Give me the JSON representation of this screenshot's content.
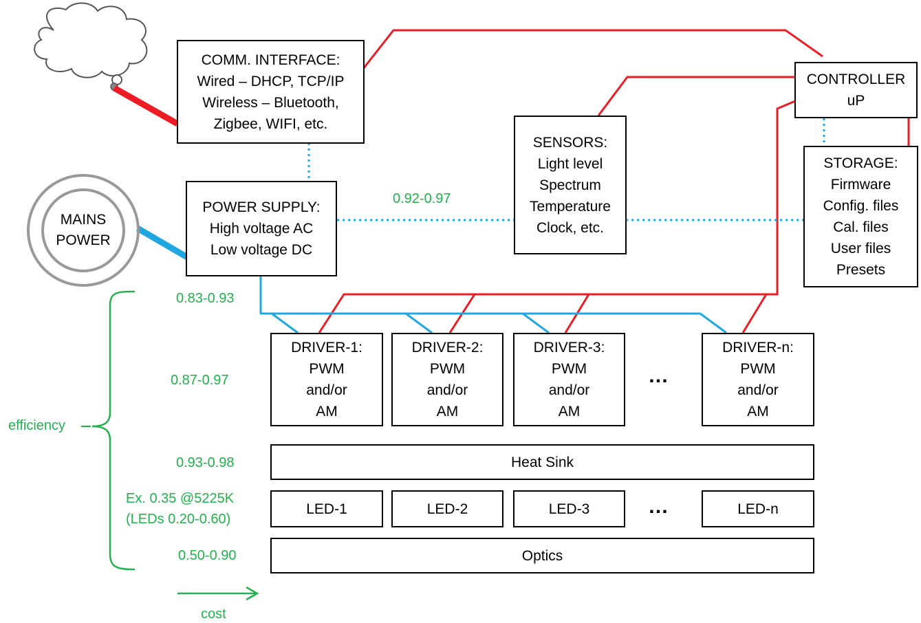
{
  "colors": {
    "signal": "#ed1c24",
    "power": "#1fa7e1",
    "annotation": "#22b14c",
    "mains_ring": "#999999"
  },
  "comm_interface": {
    "lines": [
      "COMM. INTERFACE:",
      "Wired – DHCP, TCP/IP",
      "Wireless – Bluetooth,",
      "Zigbee, WIFI, etc."
    ]
  },
  "mains_power": {
    "lines": [
      "MAINS",
      "POWER"
    ]
  },
  "power_supply": {
    "lines": [
      "POWER SUPPLY:",
      "High voltage AC",
      "Low voltage DC"
    ]
  },
  "sensors": {
    "lines": [
      "SENSORS:",
      "Light level",
      "Spectrum",
      "Temperature",
      "Clock, etc."
    ]
  },
  "controller": {
    "lines": [
      "CONTROLLER",
      "uP"
    ]
  },
  "storage": {
    "lines": [
      "STORAGE:",
      "Firmware",
      "Config. files",
      "Cal. files",
      "User files",
      "Presets"
    ]
  },
  "drivers": [
    {
      "lines": [
        "DRIVER-1:",
        "PWM",
        "and/or",
        "AM"
      ]
    },
    {
      "lines": [
        "DRIVER-2:",
        "PWM",
        "and/or",
        "AM"
      ]
    },
    {
      "lines": [
        "DRIVER-3:",
        "PWM",
        "and/or",
        "AM"
      ]
    },
    {
      "lines": [
        "DRIVER-n:",
        "PWM",
        "and/or",
        "AM"
      ]
    }
  ],
  "heat_sink": "Heat Sink",
  "leds": [
    "LED-1",
    "LED-2",
    "LED-3",
    "LED-n"
  ],
  "optics": "Optics",
  "ellipsis": "…",
  "annotations": {
    "psu_bus": "0.92-0.97",
    "psu": "0.83-0.93",
    "drivers": "0.87-0.97",
    "heat_sink": "0.93-0.98",
    "led_example": "Ex. 0.35 @5225K",
    "led_range": "(LEDs 0.20-0.60)",
    "optics": "0.50-0.90",
    "efficiency": "efficiency",
    "cost": "cost"
  }
}
